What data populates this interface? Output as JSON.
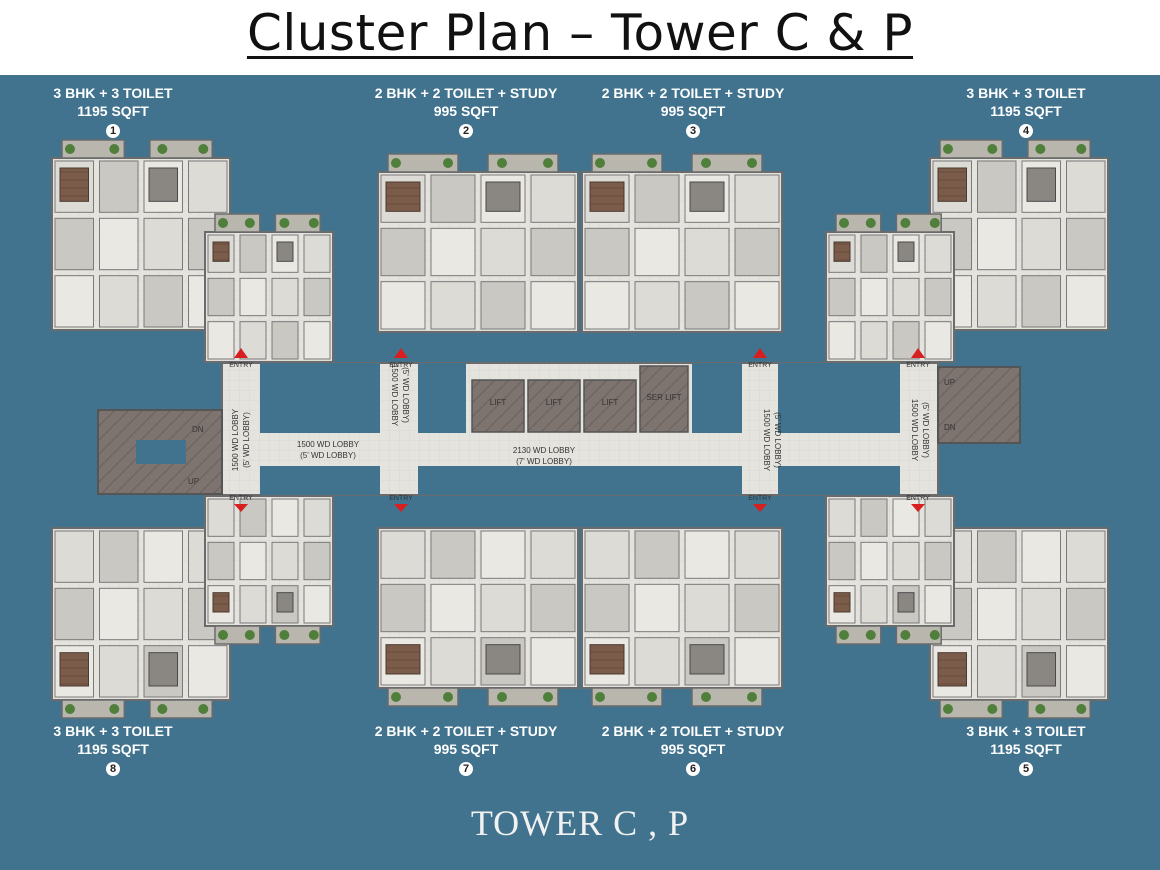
{
  "title": "Cluster Plan – Tower C & P",
  "units": [
    {
      "num": "1",
      "type": "3 BHK + 3 TOILET",
      "area": "1195 SQFT"
    },
    {
      "num": "2",
      "type": "2 BHK + 2 TOILET + STUDY",
      "area": "995 SQFT"
    },
    {
      "num": "3",
      "type": "2 BHK + 2 TOILET + STUDY",
      "area": "995 SQFT"
    },
    {
      "num": "4",
      "type": "3 BHK + 3 TOILET",
      "area": "1195 SQFT"
    },
    {
      "num": "5",
      "type": "3 BHK + 3 TOILET",
      "area": "1195 SQFT"
    },
    {
      "num": "6",
      "type": "2 BHK + 2 TOILET + STUDY",
      "area": "995 SQFT"
    },
    {
      "num": "7",
      "type": "2 BHK + 2 TOILET + STUDY",
      "area": "995 SQFT"
    },
    {
      "num": "8",
      "type": "3 BHK + 3 TOILET",
      "area": "1195 SQFT"
    }
  ],
  "plan": {
    "entry": "ENTRY",
    "lift": "LIFT",
    "ser_lift": "SER LIFT",
    "lobby_left_h": "1500 WD LOBBY",
    "lobby_left_h_sub": "(5' WD LOBBY)",
    "lobby_center": "2130 WD LOBBY",
    "lobby_center_sub": "(7' WD LOBBY)",
    "lobby_v": "1500 WD LOBBY",
    "lobby_v_sub": "(5' WD LOBBY)",
    "stair_dn": "DN",
    "stair_up": "UP"
  },
  "tower_name": "TOWER C , P",
  "colors": {
    "panel": "#41738f",
    "floor": "#e3e3de",
    "wall": "#6b6b6b",
    "entry_arrow": "#d71f1f"
  }
}
